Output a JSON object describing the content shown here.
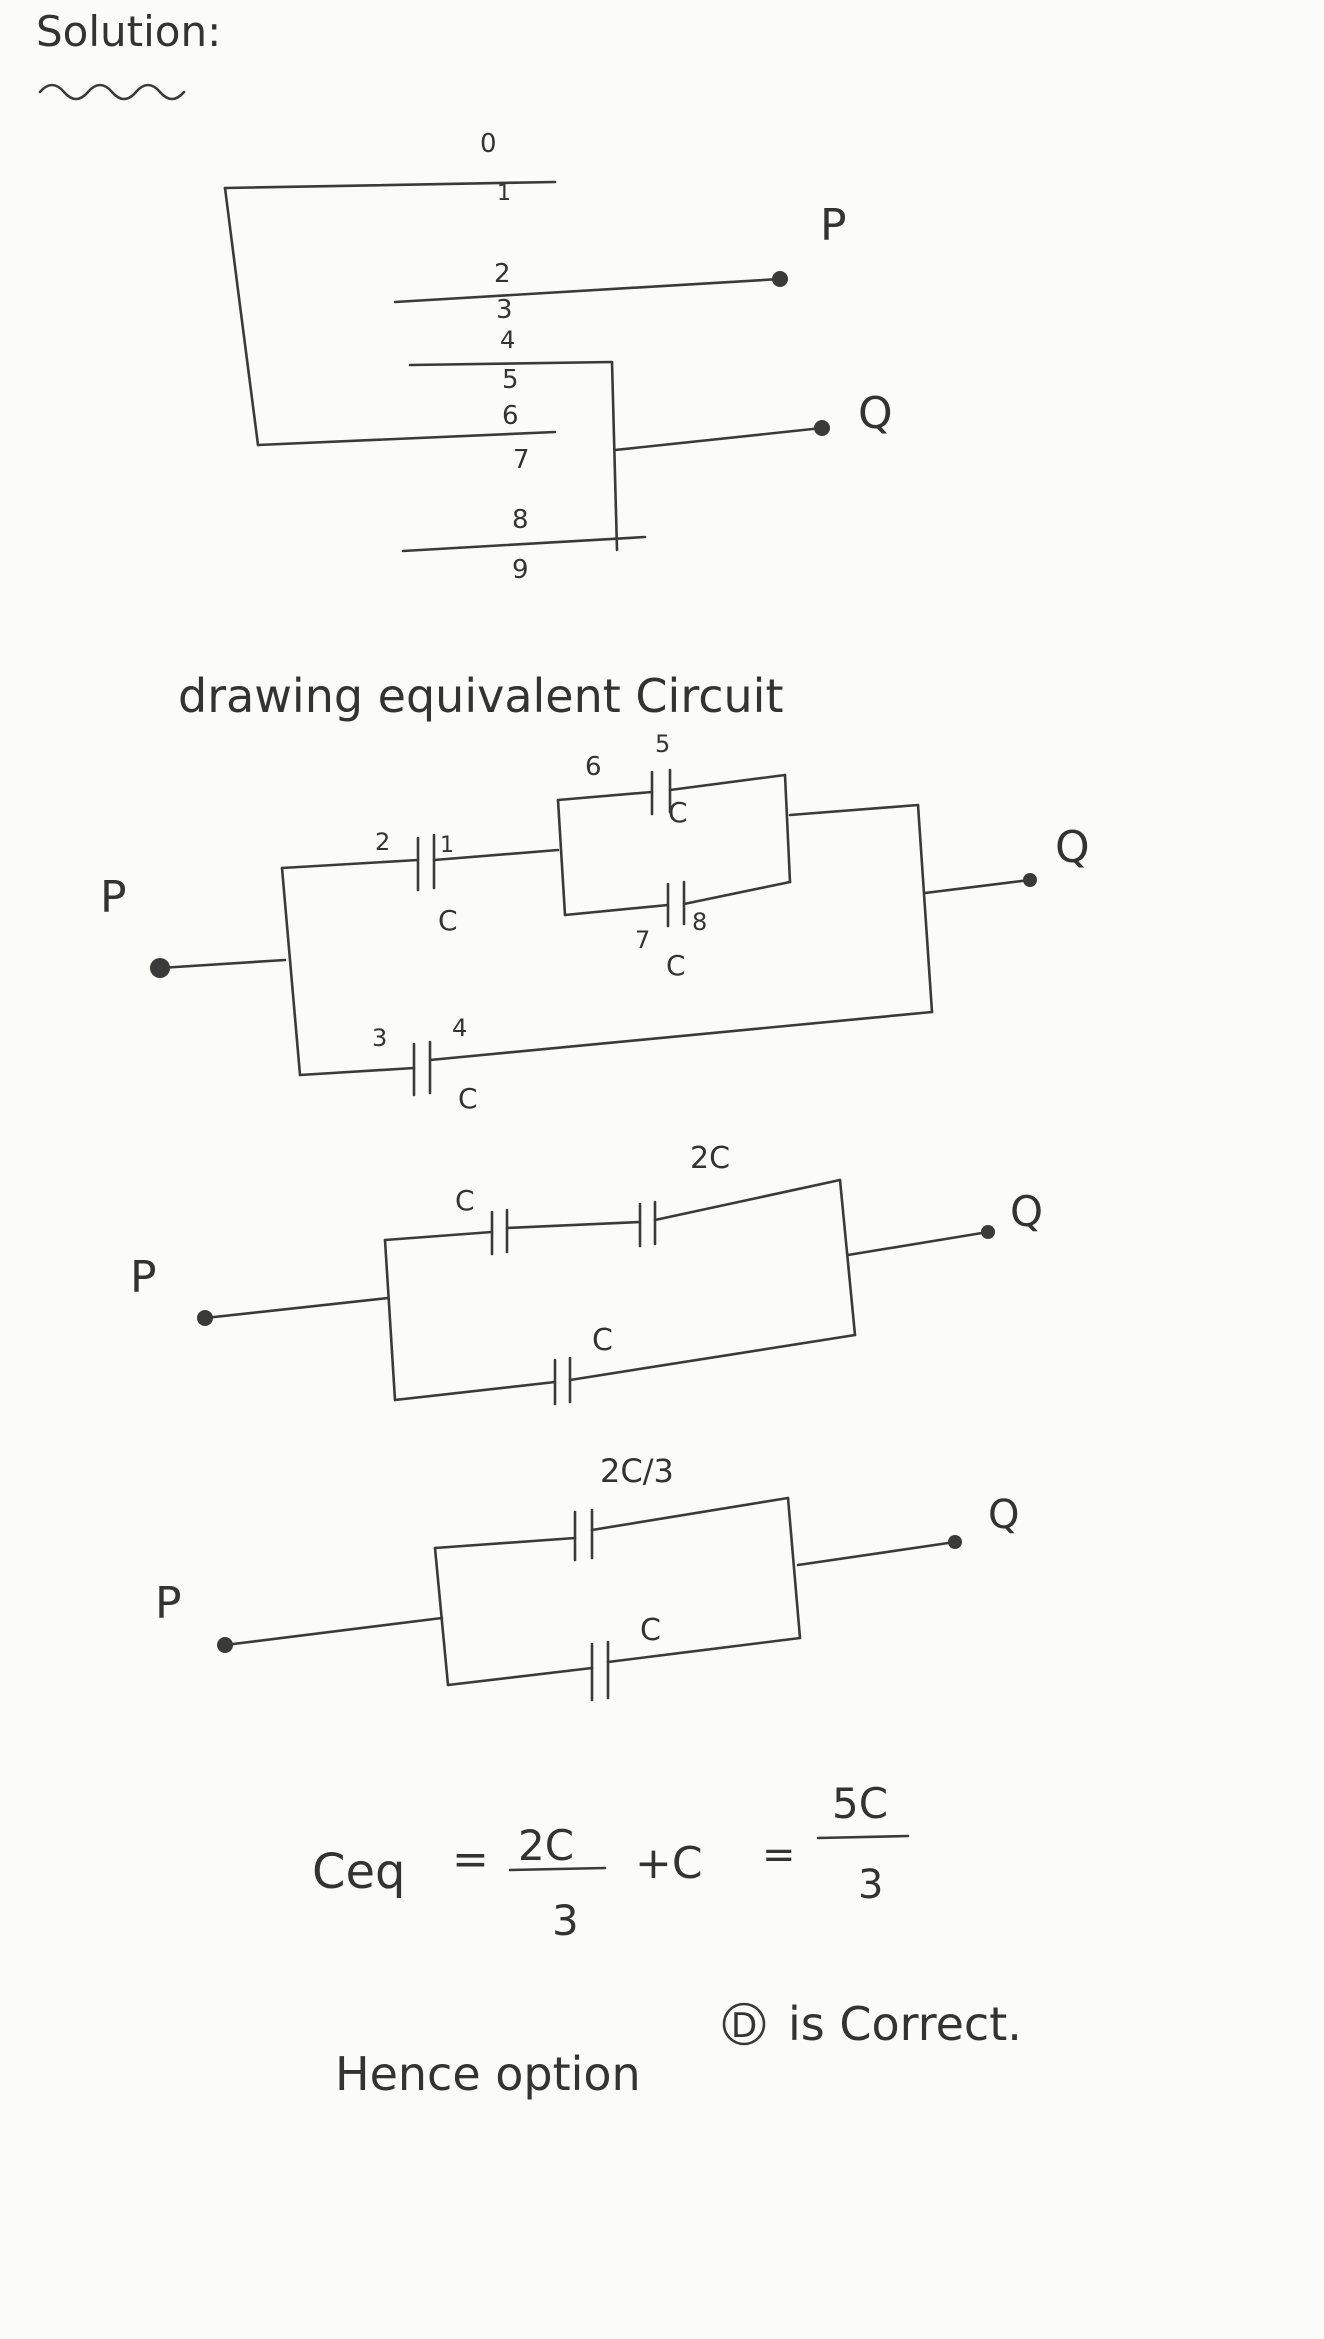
{
  "heading": "Solution:",
  "plate_numbers": [
    "0",
    "1",
    "2",
    "3",
    "4",
    "5",
    "6",
    "7",
    "8",
    "9"
  ],
  "terminals": {
    "p": "P",
    "q": "Q"
  },
  "section_title": "drawing equivalent Circuit",
  "circuit1": {
    "cap_top_left_plates": [
      "2",
      "1"
    ],
    "cap_top_left_label": "C",
    "cap_upper_plates": [
      "6",
      "5"
    ],
    "cap_upper_label": "C",
    "cap_lower_plates": [
      "7",
      "8"
    ],
    "cap_lower_label": "C",
    "cap_bottom_plates": [
      "3",
      "4"
    ],
    "cap_bottom_label": "C"
  },
  "circuit2": {
    "left_label": "C",
    "right_label": "2C",
    "bottom_label": "C"
  },
  "circuit3": {
    "top_label": "2C/3",
    "bottom_label": "C"
  },
  "equation": {
    "lhs": "Ceq",
    "eq1": "=",
    "frac1_num": "2C",
    "frac1_den": "3",
    "plus": "+C",
    "eq2": "=",
    "frac2_num": "5C",
    "frac2_den": "3"
  },
  "conclusion": {
    "prefix": "Hence option",
    "option": "D",
    "suffix": "is Correct."
  }
}
